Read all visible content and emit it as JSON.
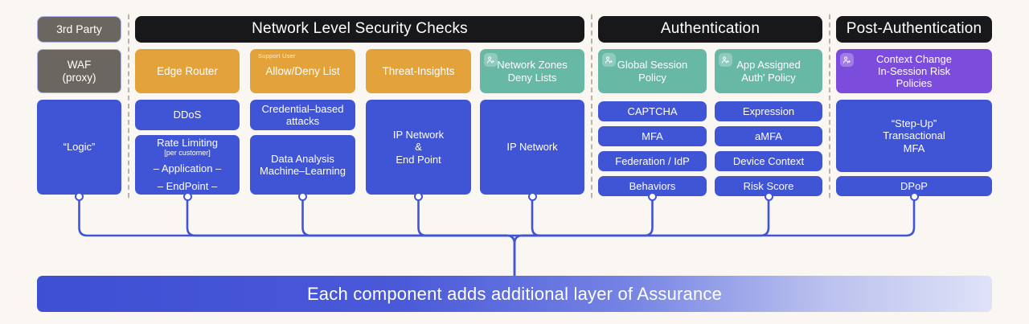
{
  "diagram": {
    "banner_text": "Each component adds additional layer of Assurance",
    "colors": {
      "background": "#faf7f2",
      "header_black": "#18181a",
      "grey": "#6b6760",
      "orange": "#e3a33a",
      "teal": "#67b8a4",
      "blue": "#4054d6",
      "purple": "#7c4ddd",
      "separator": "#b9b4a9",
      "grey_border": "#aeb4e8"
    },
    "icons": {
      "user_badge": "user-icon"
    },
    "columns": [
      {
        "id": "third-party",
        "header": "3rd Party",
        "header_style": "grey"
      },
      {
        "id": "network-level-security-checks",
        "header": "Network Level Security Checks",
        "header_style": "black"
      },
      {
        "id": "authentication",
        "header": "Authentication",
        "header_style": "black"
      },
      {
        "id": "post-authentication",
        "header": "Post-Authentication",
        "header_style": "black"
      }
    ],
    "cards": {
      "waf": {
        "line1": "WAF",
        "line2": "(proxy)"
      },
      "logic": {
        "label": "“Logic”"
      },
      "edge_router": {
        "label": "Edge Router"
      },
      "ddos": {
        "label": "DDoS"
      },
      "rate_limiting": {
        "title": "Rate Limiting",
        "sub": "[per customer]",
        "line3": "– Application –",
        "line4": "– EndPoint –"
      },
      "allow_deny": {
        "sup": "Support User",
        "label": "Allow/Deny List"
      },
      "credential_attacks": {
        "line1": "Credential–based",
        "line2": "attacks"
      },
      "data_analysis": {
        "line1": "Data Analysis",
        "line2": "Machine–Learning"
      },
      "threat_insights": {
        "label": "Threat-Insights"
      },
      "ip_network_endpoint": {
        "line1": "IP Network",
        "line2": "&",
        "line3": "End Point"
      },
      "network_zones": {
        "line1": "Network Zones",
        "line2": "Deny Lists"
      },
      "ip_network": {
        "label": "IP Network"
      },
      "global_session_policy": {
        "line1": "Global Session",
        "line2": "Policy"
      },
      "captcha": {
        "label": "CAPTCHA"
      },
      "mfa": {
        "label": "MFA"
      },
      "federation_idp": {
        "label": "Federation / IdP"
      },
      "behaviors": {
        "label": "Behaviors"
      },
      "app_assigned_auth_policy": {
        "line1": "App Assigned",
        "line2": "Auth' Policy"
      },
      "expression": {
        "label": "Expression"
      },
      "amfa": {
        "label": "aMFA"
      },
      "device_context": {
        "label": "Device Context"
      },
      "risk_score": {
        "label": "Risk Score"
      },
      "context_change": {
        "line1": "Context Change",
        "line2": "In-Session Risk",
        "line3": "Policies"
      },
      "step_up": {
        "line1": "“Step-Up”",
        "line2": "Transactional",
        "line3": "MFA"
      },
      "dpop": {
        "label": "DPoP"
      }
    }
  }
}
